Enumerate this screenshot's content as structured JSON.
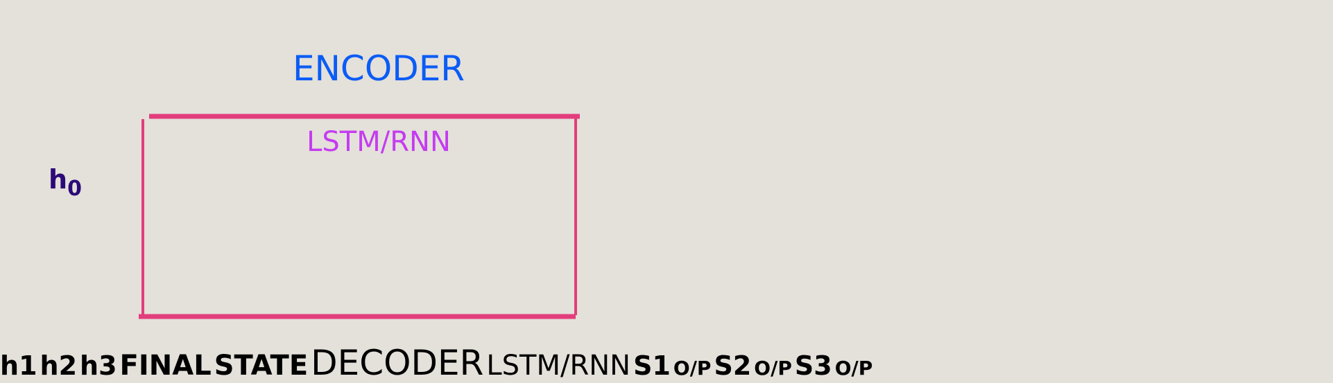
{
  "encoder": {
    "title": "ENCODER",
    "type_label": "LSTM/RNN",
    "initial_state": "h0",
    "cells": [
      {
        "label": "h",
        "sub": "1"
      },
      {
        "label": "h",
        "sub": "2"
      },
      {
        "label": "h",
        "sub": "3"
      }
    ]
  },
  "final_state": {
    "label_line1": "FINAL",
    "label_line2": "STATE"
  },
  "decoder": {
    "title": "DECODER",
    "type_label": "LSTM/RNN",
    "cells": [
      {
        "label": "S",
        "sub": "1",
        "output": "O/P"
      },
      {
        "label": "S",
        "sub": "2",
        "output": "O/P"
      },
      {
        "label": "S",
        "sub": "3",
        "output": "O/P"
      }
    ]
  },
  "colors": {
    "background": "#e4e0da",
    "box_border": "#e23d7c",
    "cells": "#2b0a78",
    "titles": "#0a5cf5",
    "type_label": "#c43cf0",
    "final_state": "#1a5e4e",
    "pointer_arrow": "#ff6a00",
    "context_line": "#b05a28"
  }
}
